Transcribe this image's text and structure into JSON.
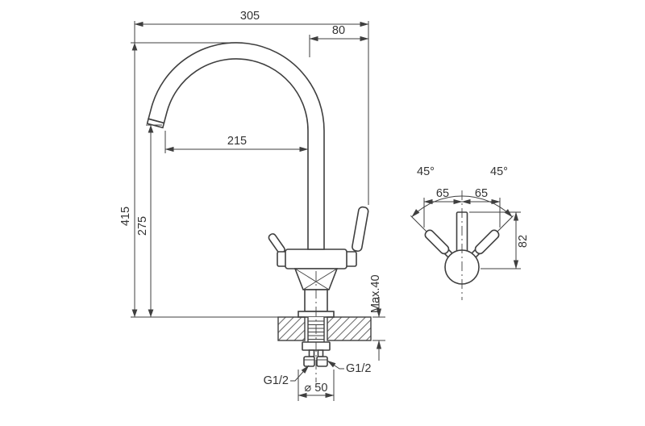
{
  "drawing": {
    "type": "faucet-installation-dimensions",
    "side_view": {
      "overall_width": "305",
      "spout_offset": "80",
      "spout_reach": "215",
      "total_height": "415",
      "outlet_height": "275",
      "max_deck_thickness": "Max.40",
      "thread_left": "G1/2",
      "thread_right": "G1/2",
      "hole_diameter": "⌀ 50"
    },
    "front_view": {
      "handle_angle_left": "45°",
      "handle_angle_right": "45°",
      "handle_span_left": "65",
      "handle_span_right": "65",
      "spout_height_above_body": "82"
    }
  },
  "colors": {
    "line": "#3f3f3f",
    "text": "#333333",
    "background": "#ffffff",
    "hatch": "#6a6a6a"
  }
}
